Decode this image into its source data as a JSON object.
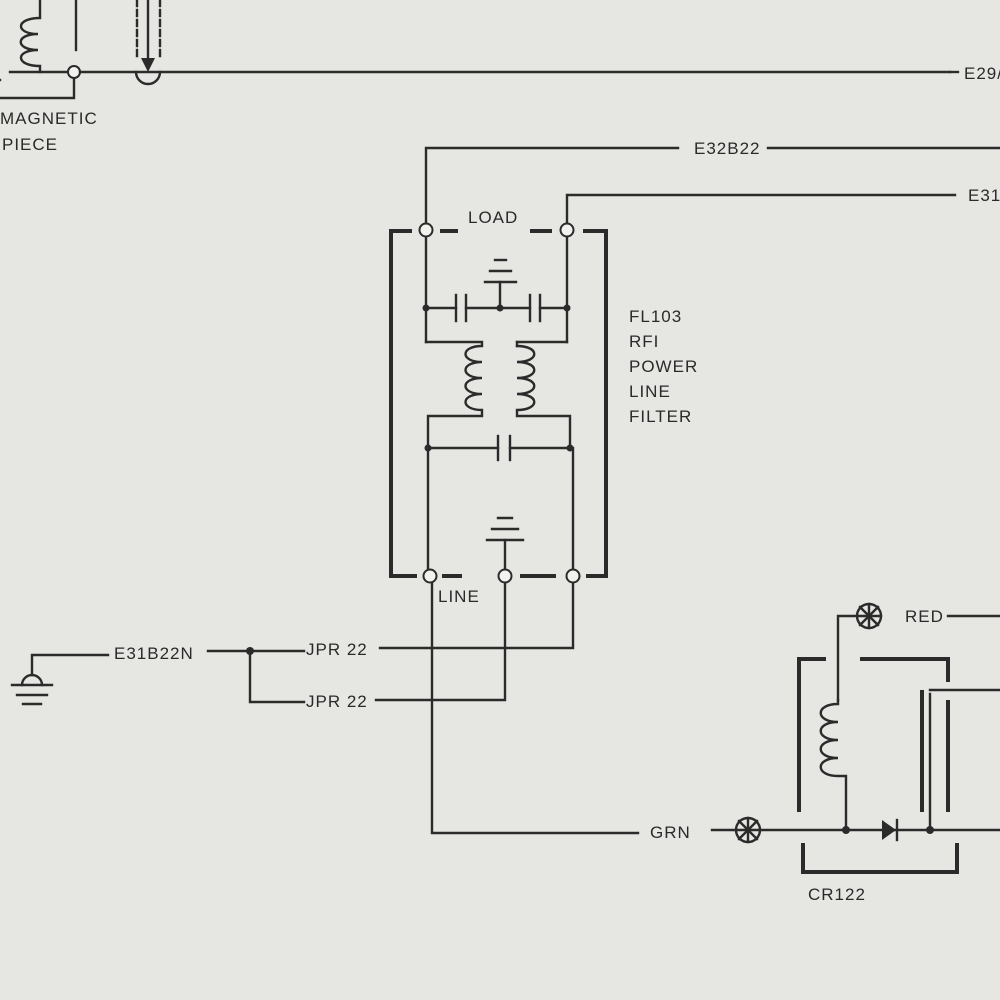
{
  "labels": {
    "magnetic": "MAGNETIC",
    "piece": "PIECE",
    "e29": "E29/",
    "e32b22": "E32B22",
    "e31_top": "E31",
    "load": "LOAD",
    "line": "LINE",
    "filter_id": "FL103",
    "filter_rfi": "RFI",
    "filter_power": "POWER",
    "filter_line": "LINE",
    "filter_filter": "FILTER",
    "e31b22n": "E31B22N",
    "jpr22_a": "JPR 22",
    "jpr22_b": "JPR 22",
    "red": "RED",
    "grn": "GRN",
    "cr122": "CR122"
  },
  "colors": {
    "paper": "#e6e6e3",
    "ink": "#2b2b2b"
  }
}
